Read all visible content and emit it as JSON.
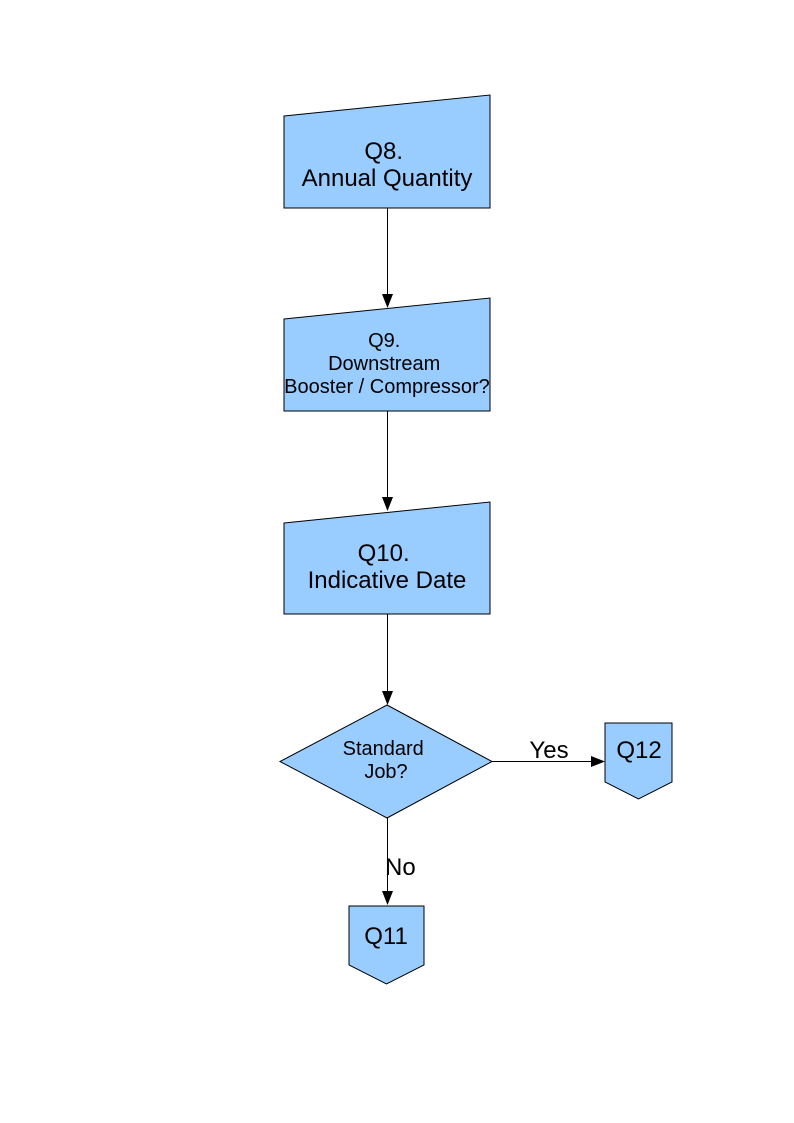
{
  "diagram": {
    "type": "flowchart",
    "background": "#ffffff",
    "shape_fill": "#99CCFF",
    "shape_stroke": "#000000",
    "text_color": "#000000",
    "nodes": {
      "q8": {
        "shape": "manual-input-box",
        "lines": [
          "Q8.",
          "Annual Quantity"
        ]
      },
      "q9": {
        "shape": "manual-input-box",
        "lines": [
          "Q9.",
          "Downstream",
          "Booster / Compressor?"
        ]
      },
      "q10": {
        "shape": "manual-input-box",
        "lines": [
          "Q10.",
          "Indicative Date"
        ]
      },
      "decision": {
        "shape": "decision-diamond",
        "lines": [
          "Standard",
          "Job?"
        ]
      },
      "q12": {
        "shape": "off-page-connector",
        "label": "Q12"
      },
      "q11": {
        "shape": "off-page-connector",
        "label": "Q11"
      }
    },
    "edges": {
      "q8_to_q9": {
        "from": "q8",
        "to": "q9",
        "label": ""
      },
      "q9_to_q10": {
        "from": "q9",
        "to": "q10",
        "label": ""
      },
      "q10_to_decision": {
        "from": "q10",
        "to": "decision",
        "label": ""
      },
      "decision_to_q12": {
        "from": "decision",
        "to": "q12",
        "label": "Yes"
      },
      "decision_to_q11": {
        "from": "decision",
        "to": "q11",
        "label": "No"
      }
    }
  }
}
